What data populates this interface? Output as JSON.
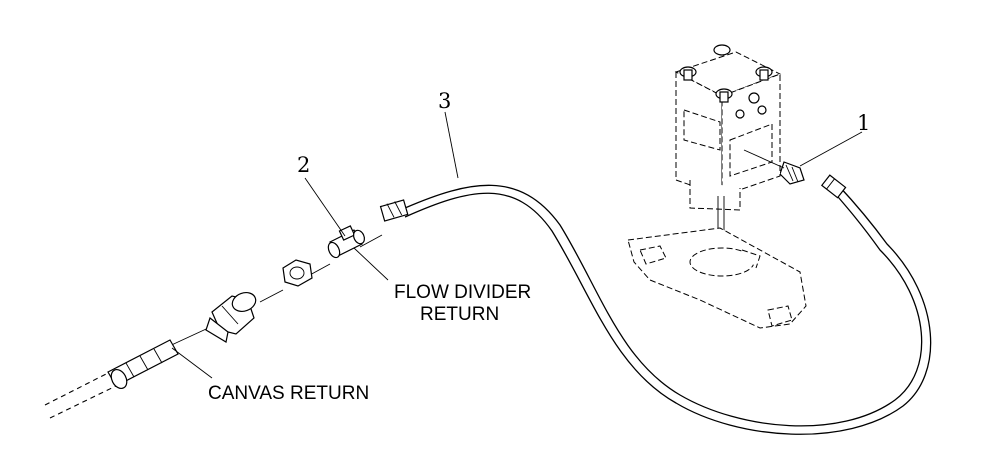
{
  "diagram": {
    "callouts": [
      {
        "id": "item-1",
        "number": "1"
      },
      {
        "id": "item-2",
        "number": "2"
      },
      {
        "id": "item-3",
        "number": "3"
      }
    ],
    "labels": {
      "flow_divider_line1": "FLOW DIVIDER",
      "flow_divider_line2": "RETURN",
      "canvas_return": "CANVAS RETURN"
    }
  }
}
